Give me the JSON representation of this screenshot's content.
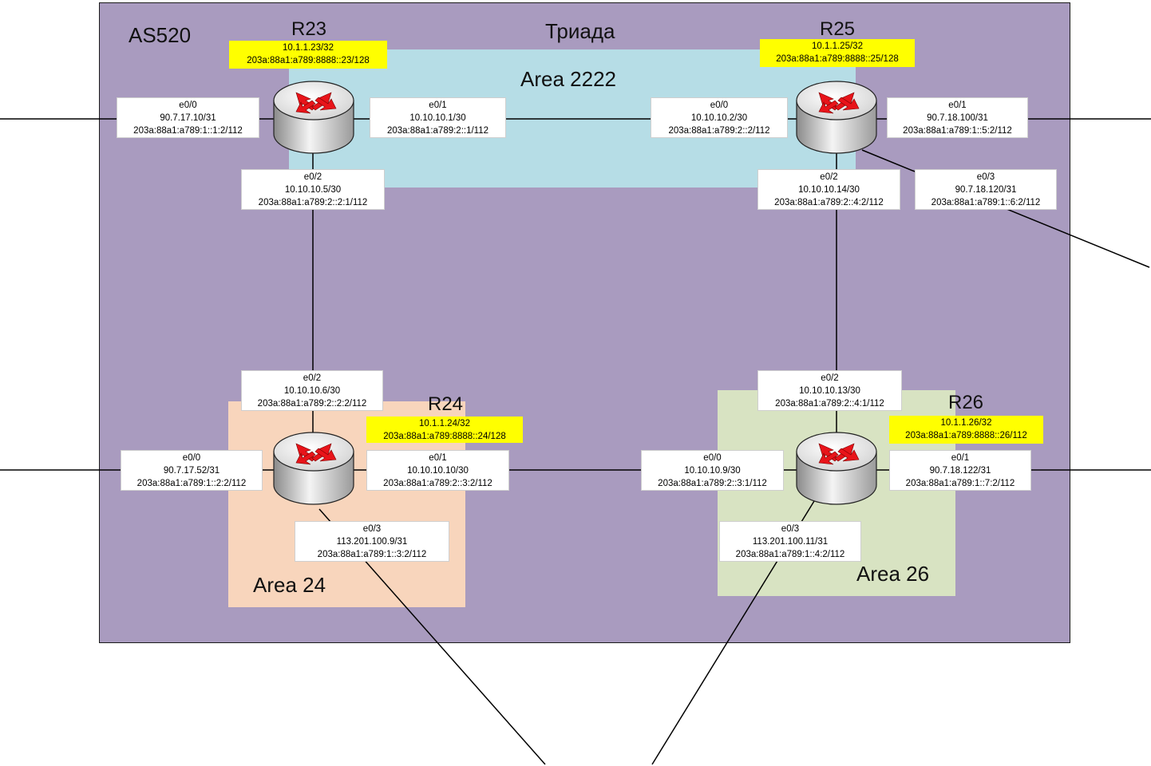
{
  "as": {
    "label": "AS520"
  },
  "company": {
    "label": "Триада"
  },
  "areas": {
    "a2222": {
      "label": "Area 2222",
      "color": "#b6dde6"
    },
    "a24": {
      "label": "Area 24",
      "color": "#f8d5bc"
    },
    "a26": {
      "label": "Area 26",
      "color": "#d8e3c2"
    }
  },
  "as_color": "#a99bbf",
  "routers": {
    "r23": {
      "name": "R23",
      "loopback": {
        "v4": "10.1.1.23/32",
        "v6": "203a:88a1:a789:8888::23/128"
      },
      "e0_0": {
        "name": "e0/0",
        "v4": "90.7.17.10/31",
        "v6": "203a:88a1:a789:1::1:2/112"
      },
      "e0_1": {
        "name": "e0/1",
        "v4": "10.10.10.1/30",
        "v6": "203a:88a1:a789:2::1/112"
      },
      "e0_2": {
        "name": "e0/2",
        "v4": "10.10.10.5/30",
        "v6": "203a:88a1:a789:2::2:1/112"
      }
    },
    "r25": {
      "name": "R25",
      "loopback": {
        "v4": "10.1.1.25/32",
        "v6": "203a:88a1:a789:8888::25/128"
      },
      "e0_0": {
        "name": "e0/0",
        "v4": "10.10.10.2/30",
        "v6": "203a:88a1:a789:2::2/112"
      },
      "e0_1": {
        "name": "e0/1",
        "v4": "90.7.18.100/31",
        "v6": "203a:88a1:a789:1::5:2/112"
      },
      "e0_2": {
        "name": "e0/2",
        "v4": "10.10.10.14/30",
        "v6": "203a:88a1:a789:2::4:2/112"
      },
      "e0_3": {
        "name": "e0/3",
        "v4": "90.7.18.120/31",
        "v6": "203a:88a1:a789:1::6:2/112"
      }
    },
    "r24": {
      "name": "R24",
      "loopback": {
        "v4": "10.1.1.24/32",
        "v6": "203a:88a1:a789:8888::24/128"
      },
      "e0_0": {
        "name": "e0/0",
        "v4": "90.7.17.52/31",
        "v6": "203a:88a1:a789:1::2:2/112"
      },
      "e0_1": {
        "name": "e0/1",
        "v4": "10.10.10.10/30",
        "v6": "203a:88a1:a789:2::3:2/112"
      },
      "e0_2": {
        "name": "e0/2",
        "v4": "10.10.10.6/30",
        "v6": "203a:88a1:a789:2::2:2/112"
      },
      "e0_3": {
        "name": "e0/3",
        "v4": "113.201.100.9/31",
        "v6": "203a:88a1:a789:1::3:2/112"
      }
    },
    "r26": {
      "name": "R26",
      "loopback": {
        "v4": "10.1.1.26/32",
        "v6": "203a:88a1:a789:8888::26/112"
      },
      "e0_0": {
        "name": "e0/0",
        "v4": "10.10.10.9/30",
        "v6": "203a:88a1:a789:2::3:1/112"
      },
      "e0_1": {
        "name": "e0/1",
        "v4": "90.7.18.122/31",
        "v6": "203a:88a1:a789:1::7:2/112"
      },
      "e0_2": {
        "name": "e0/2",
        "v4": "10.10.10.13/30",
        "v6": "203a:88a1:a789:2::4:1/112"
      },
      "e0_3": {
        "name": "e0/3",
        "v4": "113.201.100.11/31",
        "v6": "203a:88a1:a789:1::4:2/112"
      }
    }
  }
}
